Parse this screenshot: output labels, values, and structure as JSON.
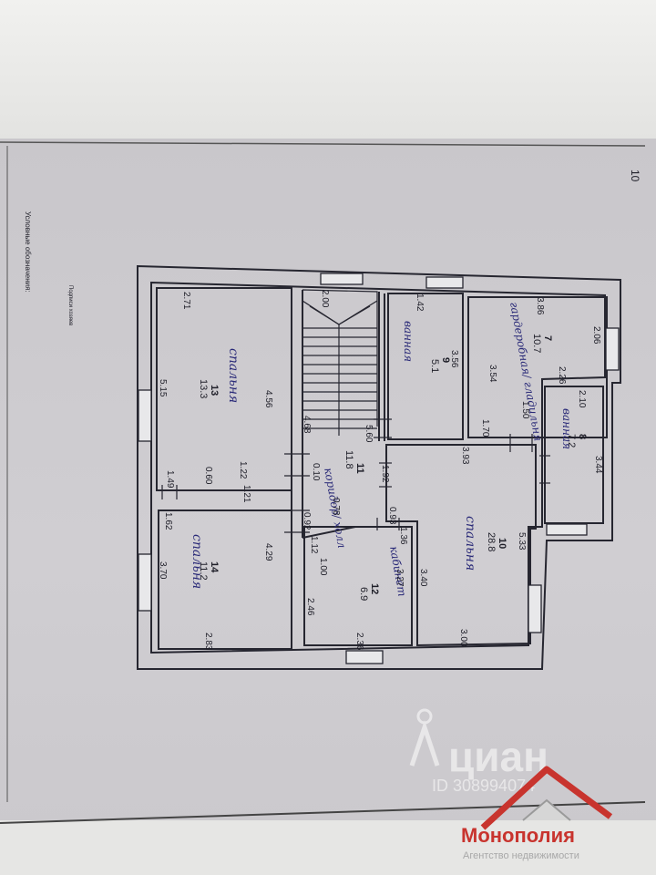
{
  "page_number": "10",
  "legend_title": "Условные обозначения:",
  "legend_note": "Подписи хозяев",
  "rooms": [
    {
      "id": "13",
      "area": "13.3",
      "label": "спальня"
    },
    {
      "id": "14",
      "area": "11.2",
      "label": "спальня"
    },
    {
      "id": "11",
      "area": "11.8",
      "label": "коридор/ холл"
    },
    {
      "id": "9",
      "area": "5.1",
      "label": "ванная"
    },
    {
      "id": "7",
      "area": "10.7",
      "label": "гардеробная/ гладильня"
    },
    {
      "id": "8",
      "area": "7.2",
      "label": "ванная"
    },
    {
      "id": "10",
      "area": "28.8",
      "label": "спальня"
    },
    {
      "id": "12",
      "area": "6.9",
      "label": "кабинет"
    }
  ],
  "dimensions": {
    "d271": "2.71",
    "d456": "4.56",
    "d515": "5.15",
    "d122": "1.22",
    "d149": "1.49",
    "d060": "0.60",
    "d121": "1.21",
    "d162": "1.62",
    "d429": "4.29",
    "d370": "3.70",
    "d283": "2.83",
    "d200": "2.00",
    "d468": "4.68",
    "d010": "0.10",
    "d092": "0.92",
    "d078": "0.78",
    "d112": "1.12",
    "d100": "1.00",
    "d246": "2.46",
    "d236": "2.36",
    "d142": "1.42",
    "d356": "3.56",
    "d560": "5.60",
    "d192": "1.92",
    "d386": "3.86",
    "d206": "2.06",
    "d226": "2.26",
    "d354": "3.54",
    "d150": "1.50",
    "d170": "1.70",
    "d210": "2.10",
    "d344": "3.44",
    "d393": "3.93",
    "d093": "0.93",
    "d136": "1.36",
    "d327": "3.27",
    "d340": "3.40",
    "d533": "5.33",
    "d300": "3.00"
  },
  "watermark": {
    "brand": "циан",
    "id_text": "ID 308994074",
    "agency": "Монополия",
    "agency_sub": "Агентство недвижимости"
  },
  "colors": {
    "wall": "#262630",
    "paper": "#cccace",
    "ink": "#1e1e28",
    "hand_ink": "#2a2a78",
    "agency_red": "#c8342e"
  }
}
